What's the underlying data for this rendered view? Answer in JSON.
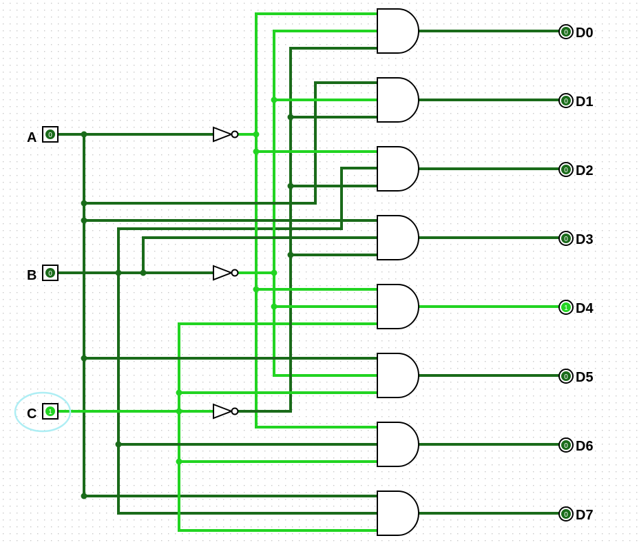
{
  "inputs": [
    {
      "label": "A",
      "value": "0"
    },
    {
      "label": "B",
      "value": "0"
    },
    {
      "label": "C",
      "value": "1"
    }
  ],
  "outputs": [
    {
      "label": "D0",
      "value": "0"
    },
    {
      "label": "D1",
      "value": "0"
    },
    {
      "label": "D2",
      "value": "0"
    },
    {
      "label": "D3",
      "value": "0"
    },
    {
      "label": "D4",
      "value": "1"
    },
    {
      "label": "D5",
      "value": "0"
    },
    {
      "label": "D6",
      "value": "0"
    },
    {
      "label": "D7",
      "value": "0"
    }
  ],
  "colors": {
    "wire_low": "#1a6b1a",
    "wire_high": "#22d422",
    "selection_ring": "#aeeef4",
    "grid_dot": "#c8c8c8"
  }
}
